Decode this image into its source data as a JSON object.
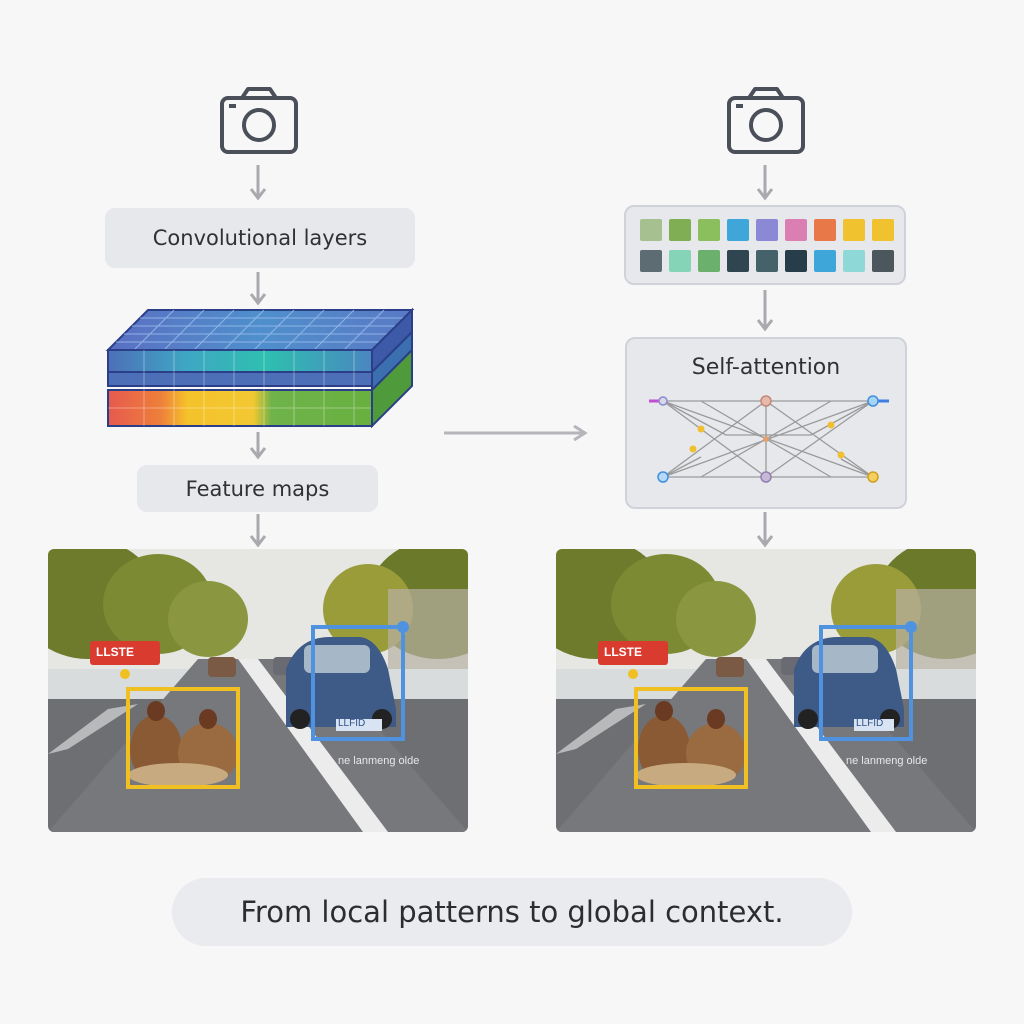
{
  "left": {
    "conv_label": "Convolutional layers",
    "feature_label": "Feature maps"
  },
  "right": {
    "attention_label": "Self-attention",
    "patch_colors_row1": [
      "#a7c08f",
      "#7fae55",
      "#8bbf5e",
      "#3fa6d9",
      "#8b88d6",
      "#db7fb3",
      "#e87848",
      "#f1c230",
      "#f1c230"
    ],
    "patch_colors_row2": [
      "#5d6b72",
      "#86d4b7",
      "#6cb06d",
      "#2f4650",
      "#45616a",
      "#273e4a",
      "#3fa6d9",
      "#8fd8d8",
      "#4b575c"
    ]
  },
  "scene": {
    "tag_red": "LLSTE",
    "tag_car": "LLFID",
    "road_text": "ne lanmeng olde"
  },
  "caption": "From local patterns to global context.",
  "colors": {
    "box_fill": "#e6e8ec",
    "arrow": "#a8aaad",
    "icon": "#4a4f5a",
    "yellow_box": "#f0c022",
    "blue_box": "#4f93e0",
    "red_tag": "#d93b2f"
  }
}
